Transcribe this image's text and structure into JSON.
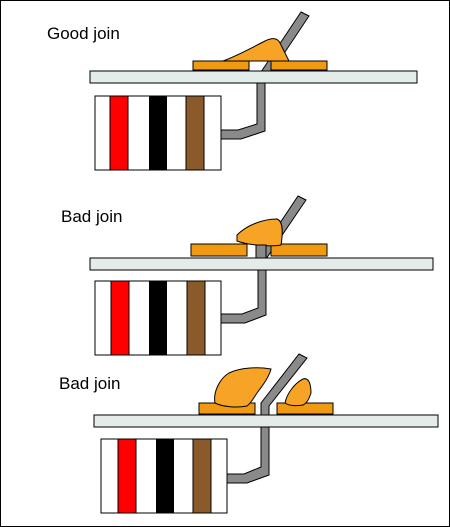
{
  "panels": [
    {
      "label": "Good join"
    },
    {
      "label": "Bad join"
    },
    {
      "label": "Bad join"
    }
  ],
  "colors": {
    "board": "#e3ece9",
    "pad": "#ef9a12",
    "solder": "#f7a325",
    "lead": "#8a8a8a",
    "outline": "#000000",
    "band_red": "#ff0000",
    "band_black": "#000000",
    "band_brown": "#8b5a2b",
    "resistor_body": "#ffffff"
  }
}
